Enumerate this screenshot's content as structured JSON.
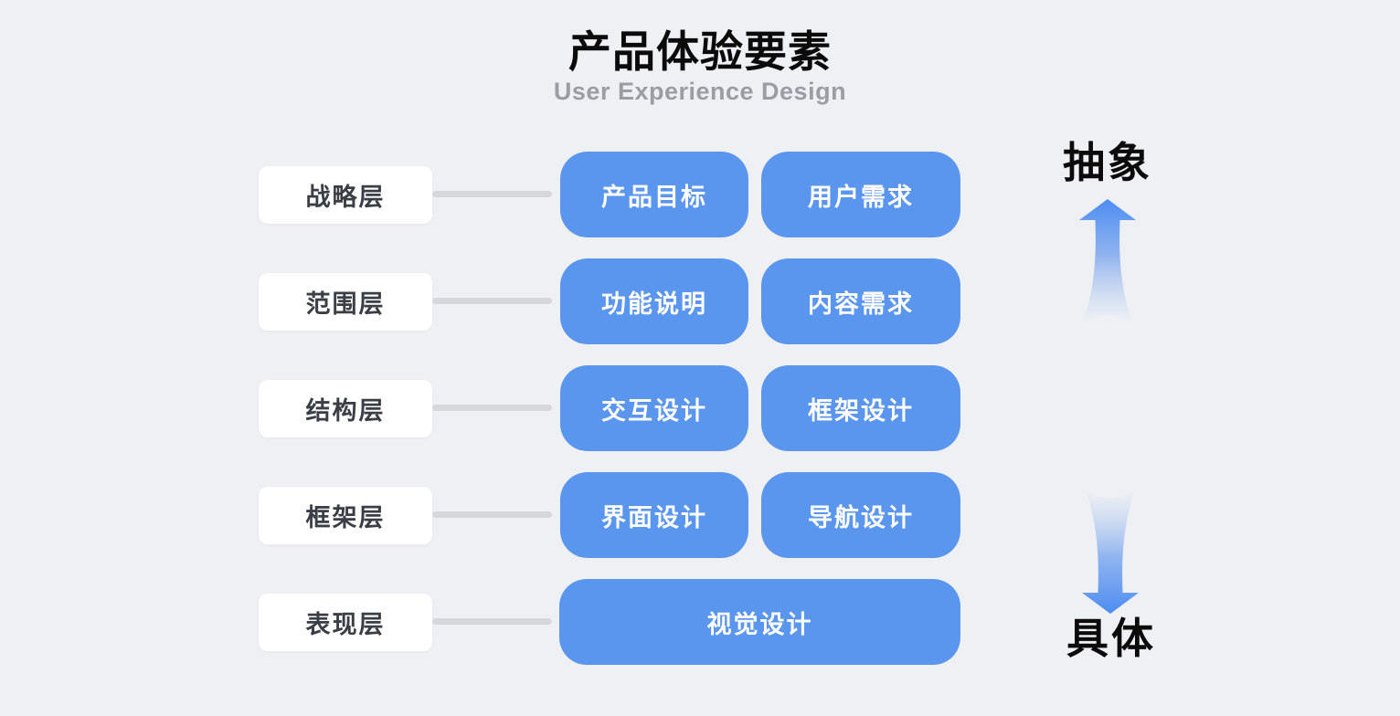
{
  "title": "产品体验要素",
  "subtitle": "User Experience Design",
  "rows": [
    {
      "layer": "战略层",
      "items": [
        "产品目标",
        "用户需求"
      ]
    },
    {
      "layer": "范围层",
      "items": [
        "功能说明",
        "内容需求"
      ]
    },
    {
      "layer": "结构层",
      "items": [
        "交互设计",
        "框架设计"
      ]
    },
    {
      "layer": "框架层",
      "items": [
        "界面设计",
        "导航设计"
      ]
    },
    {
      "layer": "表现层",
      "items": [
        "视觉设计"
      ]
    }
  ],
  "axis": {
    "top_label": "抽象",
    "bottom_label": "具体"
  },
  "colors": {
    "background": "#eef0f4",
    "box_blue": "#5b96ee",
    "box_white": "#ffffff",
    "connector": "#d5d7db",
    "text_dark": "#3a3e45",
    "subtitle_gray": "#9b9da4",
    "arrow_blue": "#4c8cf2",
    "title_black": "#0b0b0c",
    "pill_text": "#ffffff"
  }
}
